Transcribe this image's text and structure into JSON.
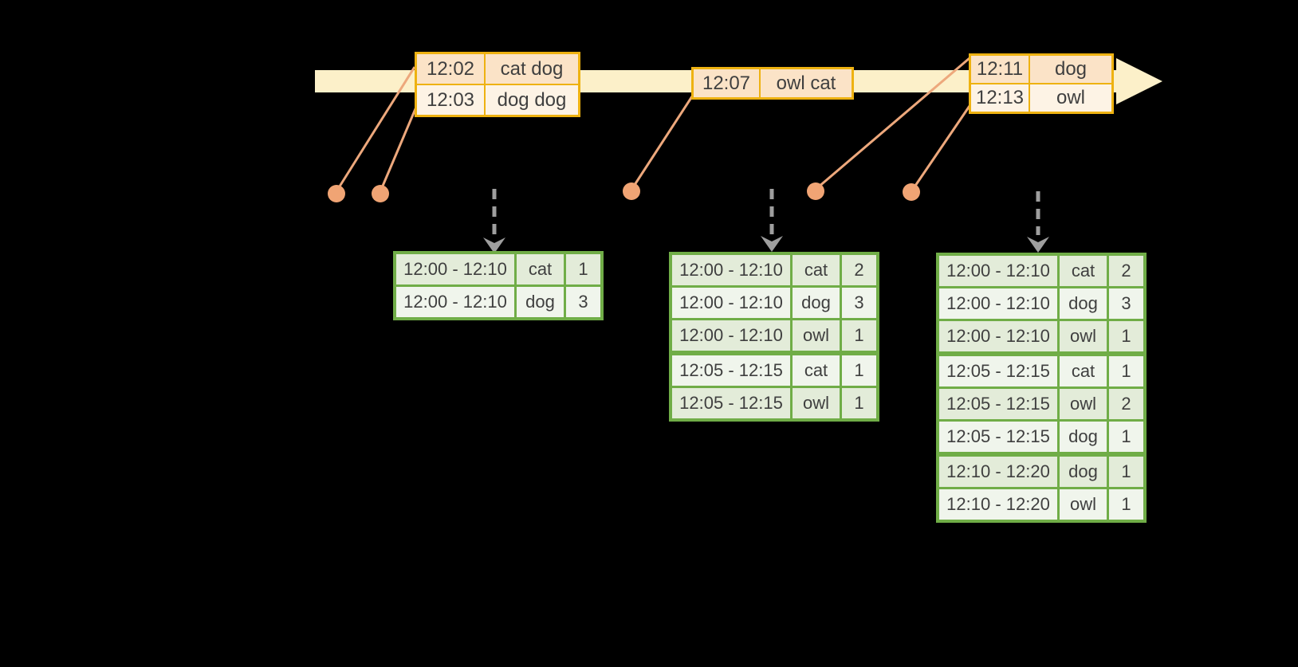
{
  "colors": {
    "background": "#000000",
    "timeline_band": "#fcf0c9",
    "event_table_border": "#eeb211",
    "event_row_dark": "#fbe3c7",
    "event_row_light": "#fdf3e5",
    "result_table_border": "#70ad47",
    "result_row_dark": "#e3ecd9",
    "result_row_light": "#f0f5ec",
    "connector_line": "#eda87c",
    "event_dot": "#f0a474",
    "trigger_arrow": "#9e9e9e",
    "text": "#3f3f3f"
  },
  "events": {
    "tables": [
      {
        "rows": [
          {
            "time": "12:02",
            "words": "cat dog"
          },
          {
            "time": "12:03",
            "words": "dog dog"
          }
        ]
      },
      {
        "rows": [
          {
            "time": "12:07",
            "words": "owl cat"
          }
        ]
      },
      {
        "rows": [
          {
            "time": "12:11",
            "words": "dog"
          },
          {
            "time": "12:13",
            "words": "owl"
          }
        ]
      }
    ]
  },
  "results": {
    "tables": [
      {
        "rows": [
          {
            "window": "12:00 - 12:10",
            "word": "cat",
            "count": "1"
          },
          {
            "window": "12:00 - 12:10",
            "word": "dog",
            "count": "3"
          }
        ]
      },
      {
        "rows": [
          {
            "window": "12:00 - 12:10",
            "word": "cat",
            "count": "2"
          },
          {
            "window": "12:00 - 12:10",
            "word": "dog",
            "count": "3"
          },
          {
            "window": "12:00 - 12:10",
            "word": "owl",
            "count": "1"
          },
          {
            "window": "12:05 - 12:15",
            "word": "cat",
            "count": "1"
          },
          {
            "window": "12:05 - 12:15",
            "word": "owl",
            "count": "1"
          }
        ]
      },
      {
        "rows": [
          {
            "window": "12:00 - 12:10",
            "word": "cat",
            "count": "2"
          },
          {
            "window": "12:00 - 12:10",
            "word": "dog",
            "count": "3"
          },
          {
            "window": "12:00 - 12:10",
            "word": "owl",
            "count": "1"
          },
          {
            "window": "12:05 - 12:15",
            "word": "cat",
            "count": "1"
          },
          {
            "window": "12:05 - 12:15",
            "word": "owl",
            "count": "2"
          },
          {
            "window": "12:05 - 12:15",
            "word": "dog",
            "count": "1"
          },
          {
            "window": "12:10 - 12:20",
            "word": "dog",
            "count": "1"
          },
          {
            "window": "12:10 - 12:20",
            "word": "owl",
            "count": "1"
          }
        ]
      }
    ]
  }
}
